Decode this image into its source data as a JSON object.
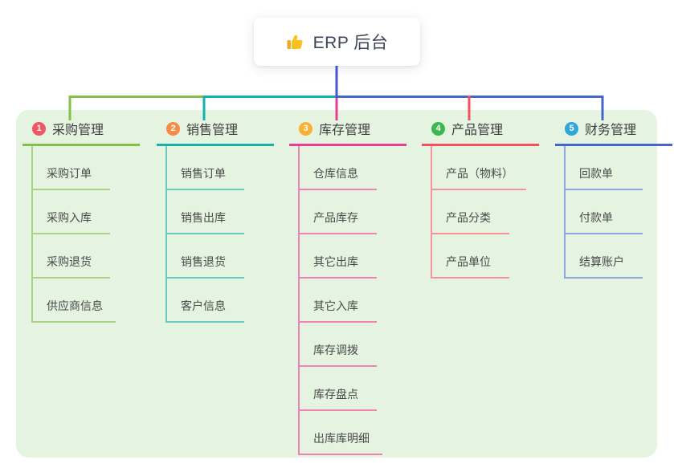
{
  "root": {
    "title": "ERP 后台",
    "icon": "thumbs-up-icon",
    "line_color": "#4a55d2"
  },
  "panel": {
    "background": "#e4f4e0"
  },
  "branches": [
    {
      "num": "1",
      "title": "采购管理",
      "badge_color": "#f25663",
      "line_color": "#84bf4a",
      "child_line_color": "#a8d289",
      "children": [
        "采购订单",
        "采购入库",
        "采购退货",
        "供应商信息"
      ]
    },
    {
      "num": "2",
      "title": "销售管理",
      "badge_color": "#f78b43",
      "line_color": "#12b2aa",
      "child_line_color": "#6cc9c3",
      "children": [
        "销售订单",
        "销售出库",
        "销售退货",
        "客户信息"
      ]
    },
    {
      "num": "3",
      "title": "库存管理",
      "badge_color": "#f8b133",
      "line_color": "#e73e92",
      "child_line_color": "#ef82b7",
      "children": [
        "仓库信息",
        "产品库存",
        "其它出库",
        "其它入库",
        "库存调拨",
        "库存盘点",
        "出库库明细"
      ]
    },
    {
      "num": "4",
      "title": "产品管理",
      "badge_color": "#3bb850",
      "line_color": "#f4515f",
      "child_line_color": "#f7929b",
      "children": [
        "产品（物料）",
        "产品分类",
        "产品单位"
      ]
    },
    {
      "num": "5",
      "title": "财务管理",
      "badge_color": "#2ca7de",
      "line_color": "#4466cc",
      "child_line_color": "#8ea6dd",
      "children": [
        "回款单",
        "付款单",
        "结算账户"
      ]
    }
  ]
}
